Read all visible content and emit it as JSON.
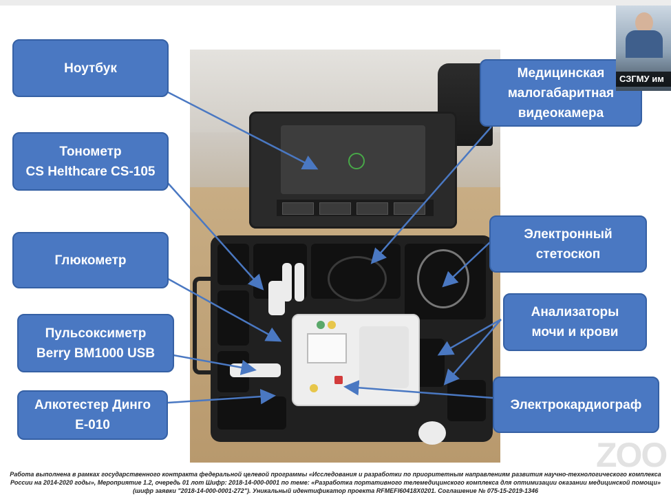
{
  "callouts": {
    "laptop": "Ноутбук",
    "tonometer": "Тонометр\nCS Helthcare CS-105",
    "glucometer": "Глюкометр",
    "pulse_oximeter": "Пульсоксиметр\nBerry BM1000 USB",
    "alcotester": "Алкотестер Динго\nE-010",
    "camera": "Медицинская\nмалогабаритная\nвидеокамера",
    "stethoscope": "Электронный\nстетоскоп",
    "analyzers": "Анализаторы\nмочи и крови",
    "ecg": "Электрокардиограф"
  },
  "webcam": {
    "participant_name": "СЗГМУ им"
  },
  "watermark": "ZOO",
  "footnote": "Работа выполнена в рамках государственного контракта федеральной целевой программы «Исследования и разработки по приоритетным направлениям развития научно-технологического комплекса России на 2014-2020 годы», Мероприятие 1.2, очередь 01 лот Шифр: 2018-14-000-0001 по теме: «Разработка портативного телемедицинского комплекса для оптимизации оказании медицинской помощи» (шифр заявки \"2018-14-000-0001-272\"). Уникальный идентификатор проекта RFMEFI60418X0201. Соглашение № 075-15-2019-1346",
  "colors": {
    "callout_fill": "#4a78c2",
    "callout_border": "#3560a4",
    "arrow": "#4a78c2"
  }
}
